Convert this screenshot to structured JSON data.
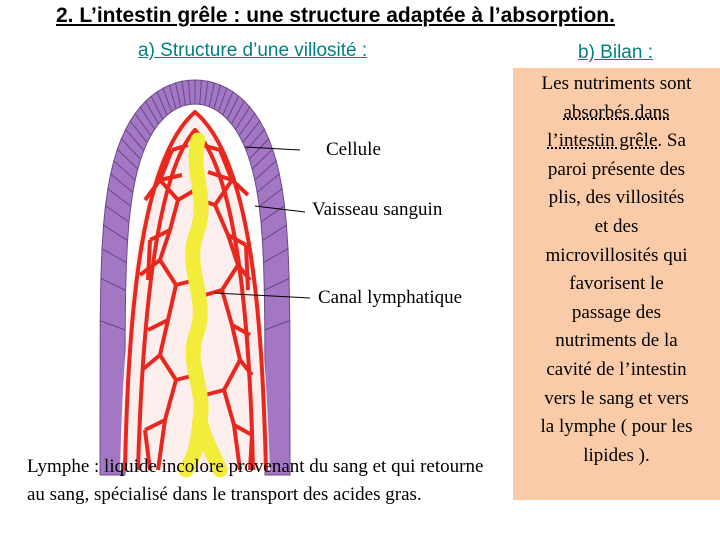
{
  "heading": {
    "title": "2.   L’intestin grêle : une structure adaptée à l’absorption.",
    "section_a": "a)  Structure d’une villosité :",
    "section_b": "b) Bilan :"
  },
  "labels": {
    "cellule": "Cellule",
    "vaisseau": "Vaisseau sanguin",
    "canal": "Canal lymphatique"
  },
  "lymphe_text": "Lymphe : liquide incolore provenant du sang et qui retourne au sang, spécialisé dans le transport des acides gras.",
  "bilan": {
    "line1": "Les nutriments sont",
    "line2": "absorbés dans",
    "line3": "l’intestin grêle",
    "line3_end": ". Sa",
    "line4": "paroi présente des",
    "line5": "plis, des villosités",
    "line6": "et des",
    "line7": "microvillosités qui",
    "line8": "favorisent le",
    "line9": "passage des",
    "line10": "nutriments de la",
    "line11": "cavité de l’intestin",
    "line12": "vers le sang et vers",
    "line13": "la lymphe ( pour les",
    "line14": "lipides )."
  },
  "colors": {
    "cell_fill": "#a477c4",
    "cell_stroke": "#6b4a8a",
    "vessel": "#e8281e",
    "lymph": "#f2ec3a",
    "bilan_bg": "#f9cba8",
    "subtitle": "#008080"
  }
}
